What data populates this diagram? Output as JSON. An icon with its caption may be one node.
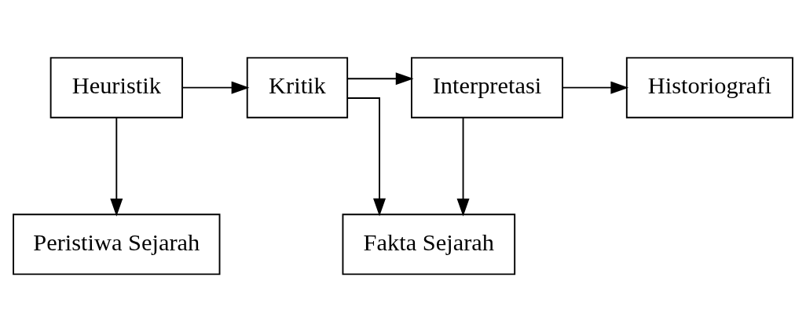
{
  "diagram": {
    "nodes": [
      {
        "text": [
          "Heuristik"
        ]
      },
      {
        "text": [
          "Kritik"
        ]
      },
      {
        "text": [
          "Interpretasi"
        ]
      },
      {
        "text": [
          "Historiografi"
        ]
      },
      {
        "text": [
          "Peristiwa Sejarah"
        ]
      },
      {
        "text": [
          "Fakta Sejarah"
        ]
      }
    ],
    "edges": [
      {
        "from": 0,
        "to": 1,
        "arrow": "to"
      },
      {
        "from": 1,
        "to": 2,
        "arrow": "to"
      },
      {
        "from": 2,
        "to": 3,
        "arrow": "to"
      },
      {
        "from": 0,
        "to": 4,
        "arrow": "to"
      },
      {
        "from": 1,
        "to": 5,
        "arrow": "to"
      },
      {
        "from": 2,
        "to": 5,
        "arrow": "to"
      }
    ]
  }
}
